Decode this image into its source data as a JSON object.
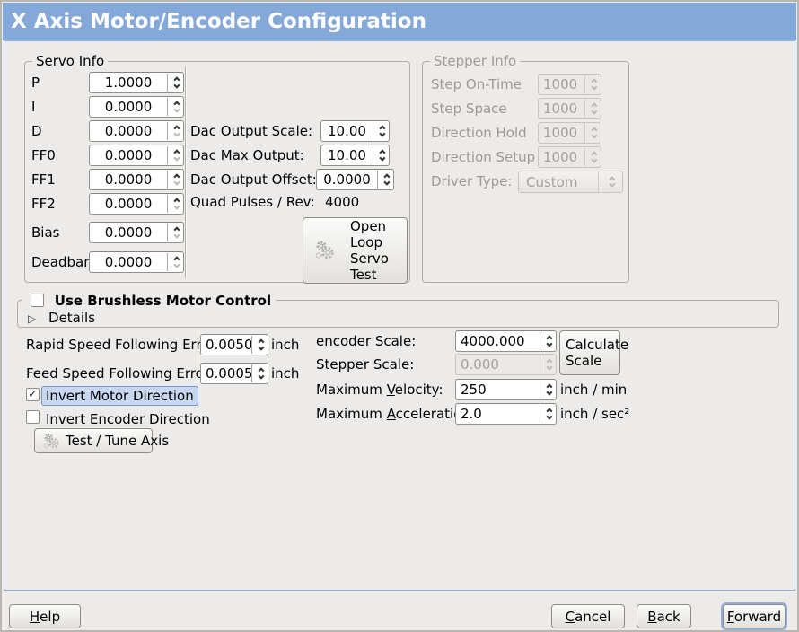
{
  "window": {
    "title": "X Axis Motor/Encoder Configuration"
  },
  "servo": {
    "frame_label": "Servo Info",
    "rows": [
      {
        "label": "P",
        "value": "1.0000"
      },
      {
        "label": "I",
        "value": "0.0000"
      },
      {
        "label": "D",
        "value": "0.0000"
      },
      {
        "label": "FF0",
        "value": "0.0000"
      },
      {
        "label": "FF1",
        "value": "0.0000"
      },
      {
        "label": "FF2",
        "value": "0.0000"
      },
      {
        "label": "Bias",
        "value": "0.0000"
      },
      {
        "label": "Deadband",
        "value": "0.0000"
      }
    ],
    "dac_scale_label": "Dac Output Scale:",
    "dac_scale_value": "10.00",
    "dac_max_label": "Dac Max Output:",
    "dac_max_value": "10.00",
    "dac_offset_label": "Dac Output Offset:",
    "dac_offset_value": "0.0000",
    "quad_label": "Quad Pulses / Rev:",
    "quad_value": "4000",
    "open_loop_lines": [
      "Open",
      "Loop",
      "Servo",
      "Test"
    ]
  },
  "stepper": {
    "frame_label": "Stepper Info",
    "rows": [
      {
        "label": "Step On-Time",
        "value": "1000"
      },
      {
        "label": "Step Space",
        "value": "1000"
      },
      {
        "label": "Direction Hold",
        "value": "1000"
      },
      {
        "label": "Direction Setup",
        "value": "1000"
      }
    ],
    "driver_label": "Driver Type:",
    "driver_value": "Custom"
  },
  "brushless": {
    "label": "Use Brushless Motor Control",
    "details": "Details"
  },
  "tuning": {
    "rapid_label": "Rapid Speed Following Error:",
    "rapid_value": "0.0050",
    "rapid_unit": "inch",
    "feed_label": "Feed Speed Following Error:",
    "feed_value": "0.0005",
    "feed_unit": "inch",
    "invert_motor": "Invert Motor Direction",
    "invert_encoder": "Invert Encoder Direction",
    "test_tune": "Test / Tune Axis"
  },
  "scales": {
    "encoder_label": "encoder Scale:",
    "encoder_value": "4000.000",
    "calc_line1": "Calculate",
    "calc_line2": "Scale",
    "stepper_label": "Stepper Scale:",
    "stepper_value": "0.000",
    "vel_pre": "Maximum ",
    "vel_mn": "V",
    "vel_post": "elocity:",
    "vel_value": "250",
    "vel_unit": "inch / min",
    "acc_pre": "Maximum ",
    "acc_mn": "A",
    "acc_post": "cceleration:",
    "acc_value": "2.0",
    "acc_unit": "inch / sec²"
  },
  "footer": {
    "help_mn": "H",
    "help_post": "elp",
    "cancel_mn": "C",
    "cancel_post": "ancel",
    "back_mn": "B",
    "back_post": "ack",
    "forward_mn": "F",
    "forward_post": "orward"
  },
  "icons": {
    "check": "✓",
    "expander": "▷"
  },
  "colors": {
    "titlebar": "#84A8D8",
    "focus_highlight": "#C7D7EF",
    "content_border": "#93ACCE"
  }
}
